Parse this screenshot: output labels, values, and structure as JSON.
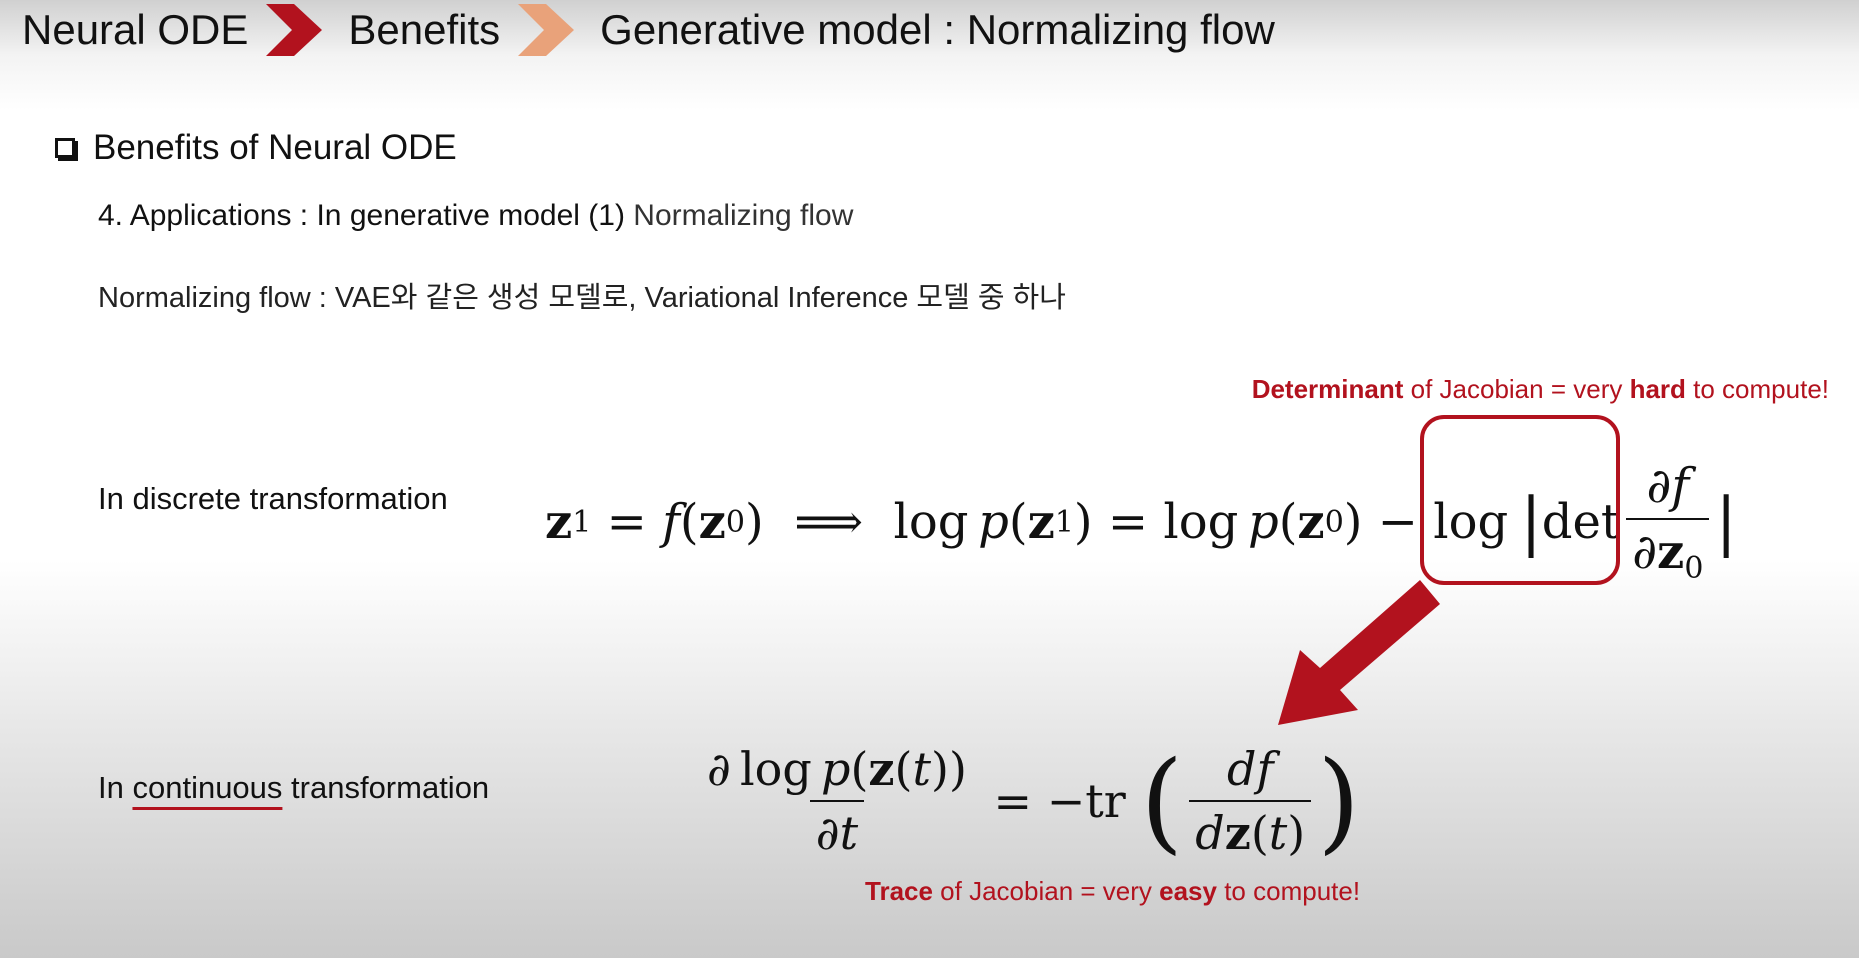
{
  "breadcrumb": {
    "item1": "Neural ODE",
    "item2": "Benefits",
    "item3": "Generative model : Normalizing flow",
    "chevron1_color": "#b2121e",
    "chevron2_color": "#e9a27a"
  },
  "section_title": "Benefits of Neural ODE",
  "line1": {
    "main": "4. Applications : In generative model (1)",
    "light": " Normalizing flow"
  },
  "line2": "Normalizing flow : VAE와 같은 생성 모델로, Variational Inference 모델 중 하나",
  "annotations": {
    "hard": {
      "w1": "Determinant",
      "w2": " of Jacobian = very ",
      "w3": "hard",
      "w4": " to compute!"
    },
    "easy": {
      "w1": "Trace",
      "w2": " of Jacobian = very ",
      "w3": "easy",
      "w4": " to compute!"
    }
  },
  "labels": {
    "discrete": "In discrete transformation",
    "continuous_prefix": "In ",
    "continuous_word": "continuous",
    "continuous_suffix": " transformation"
  },
  "accent_color": "#b2121e"
}
